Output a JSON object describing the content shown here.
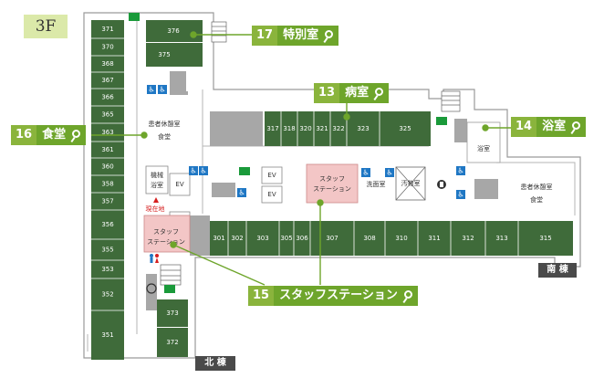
{
  "floor": "3F",
  "colors": {
    "room": "#3f6b3a",
    "accent": "#6ea52b",
    "callout_num": "#8ab43c",
    "staff": "#f3c6c6",
    "gray": "#a7a7a7",
    "here": "#d62020"
  },
  "callouts": [
    {
      "number": "17",
      "label": "特別室"
    },
    {
      "number": "13",
      "label": "病室"
    },
    {
      "number": "16",
      "label": "食堂"
    },
    {
      "number": "14",
      "label": "浴室"
    },
    {
      "number": "15",
      "label": "スタッフステーション"
    }
  ],
  "wings": {
    "south": "南 棟",
    "north": "北 棟"
  },
  "rooms": {
    "west_column": [
      "371",
      "370",
      "368",
      "367",
      "366",
      "365",
      "363",
      "361",
      "360",
      "358",
      "357",
      "356",
      "355",
      "353",
      "352",
      "351"
    ],
    "north_block": [
      "376",
      "375",
      "373",
      "372"
    ],
    "middle_row": [
      "317",
      "318",
      "320",
      "321",
      "322",
      "323",
      "325"
    ],
    "bottom_row": [
      "301",
      "302",
      "303",
      "305",
      "306",
      "307",
      "308",
      "310",
      "311",
      "312",
      "313",
      "315"
    ]
  },
  "labels": {
    "lounge_north_1": "患者休憩室",
    "lounge_north_2": "食堂",
    "lounge_south_1": "患者休憩室",
    "lounge_south_2": "食堂",
    "bath_small": "浴室",
    "machine_bath_1": "機械",
    "machine_bath_2": "浴室",
    "ev": "EV",
    "staff_1": "スタッフ",
    "staff_2": "ステーション",
    "laundry": "洗面室",
    "pantry": "汚物室",
    "current_location": "現在地"
  },
  "icons": [
    "emergency-exit-icon",
    "wheelchair-icon",
    "elevator-icon",
    "restroom-icon",
    "info-pin-icon"
  ]
}
